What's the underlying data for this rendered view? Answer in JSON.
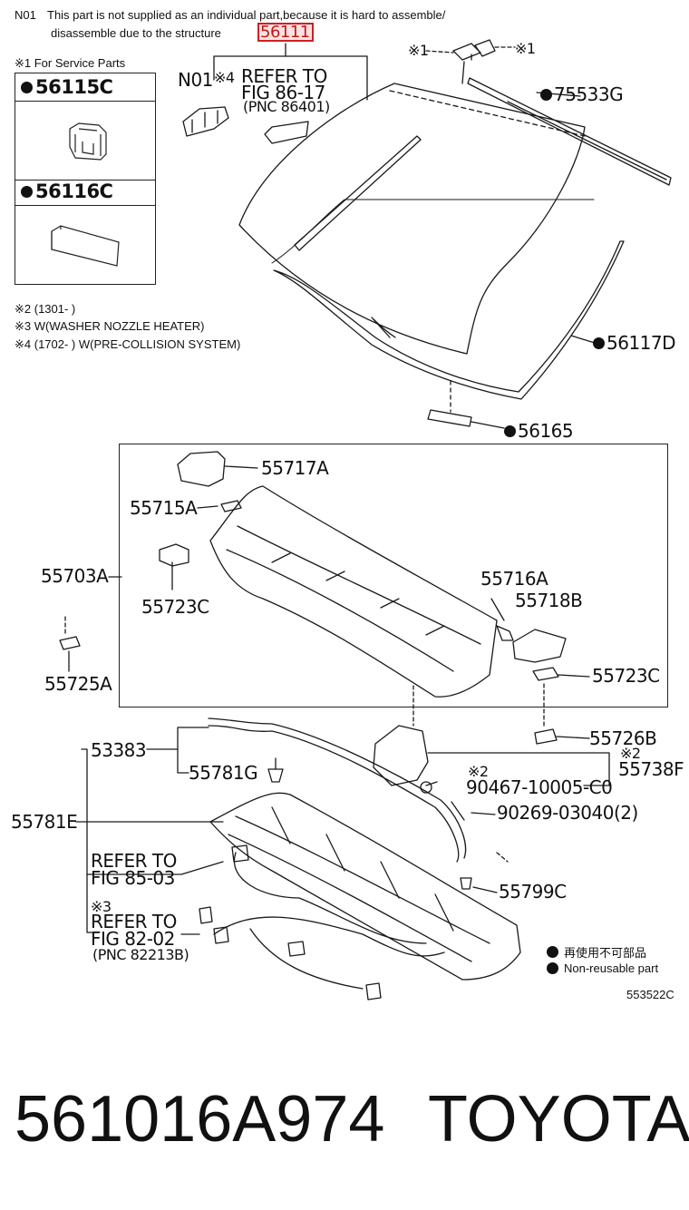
{
  "note": {
    "code": "N01",
    "line1": "This part is not supplied as an individual part,because it is hard to assemble/",
    "line2": "disassemble due to the structure",
    "highlight_part": "56111"
  },
  "service_parts": {
    "title": "※1 For Service Parts",
    "items": [
      {
        "part": "56115C"
      },
      {
        "part": "56116C"
      }
    ]
  },
  "marks": [
    "※2 (1301-        )",
    "※3 W(WASHER NOZZLE HEATER)",
    "※4 (1702-        ) W(PRE-COLLISION SYSTEM)"
  ],
  "callouts": {
    "n01": "N01",
    "mark4": "※4",
    "refer86_1": "REFER TO",
    "refer86_2": "FIG 86-17",
    "refer86_3": "(PNC 86401)",
    "mark1a": "※1",
    "mark1b": "※1",
    "p75533g": "75533G",
    "p56117d": "56117D",
    "p56165": "56165",
    "p55717a": "55717A",
    "p55715a": "55715A",
    "p55703a": "55703A",
    "p55723c_1": "55723C",
    "p55725a": "55725A",
    "p55716a": "55716A",
    "p55718b": "55718B",
    "p55723c_2": "55723C",
    "p55726b": "55726B",
    "p53383": "53383",
    "p55781g": "55781G",
    "mark2a": "※2",
    "p90467": "90467-10005-C0",
    "mark2b": "※2",
    "p55738f": "55738F",
    "p55781e": "55781E",
    "p90269": "90269-03040(2)",
    "refer85_1": "REFER TO",
    "refer85_2": "FIG 85-03",
    "p55799c": "55799C",
    "mark3": "※3",
    "refer82_1": "REFER TO",
    "refer82_2": "FIG 82-02",
    "refer82_3": "(PNC 82213B)"
  },
  "legend": {
    "jp": "再使用不可部品",
    "en": "Non-reusable part"
  },
  "catalog_number": "553522C",
  "footer": {
    "part_number": "561016A974",
    "brand": "TOYOTA"
  }
}
